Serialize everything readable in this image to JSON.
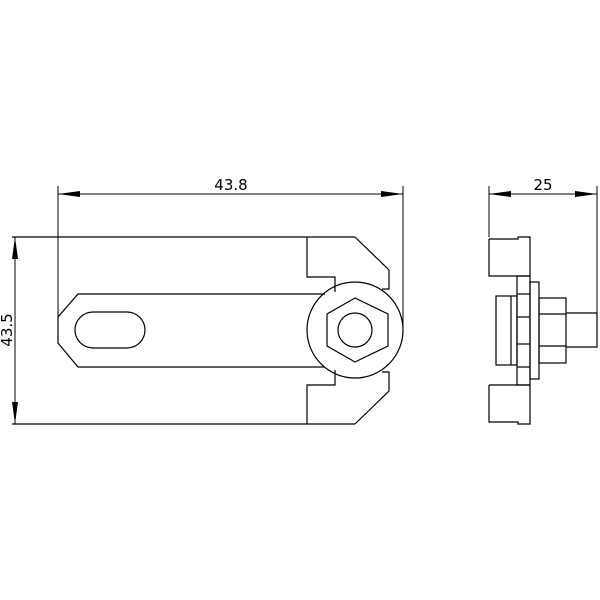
{
  "drawing": {
    "front_view": {
      "width_dimension": "43.8",
      "height_dimension": "43.5"
    },
    "side_view": {
      "depth_dimension": "25"
    }
  },
  "colors": {
    "line": "#000000",
    "background": "#ffffff"
  }
}
